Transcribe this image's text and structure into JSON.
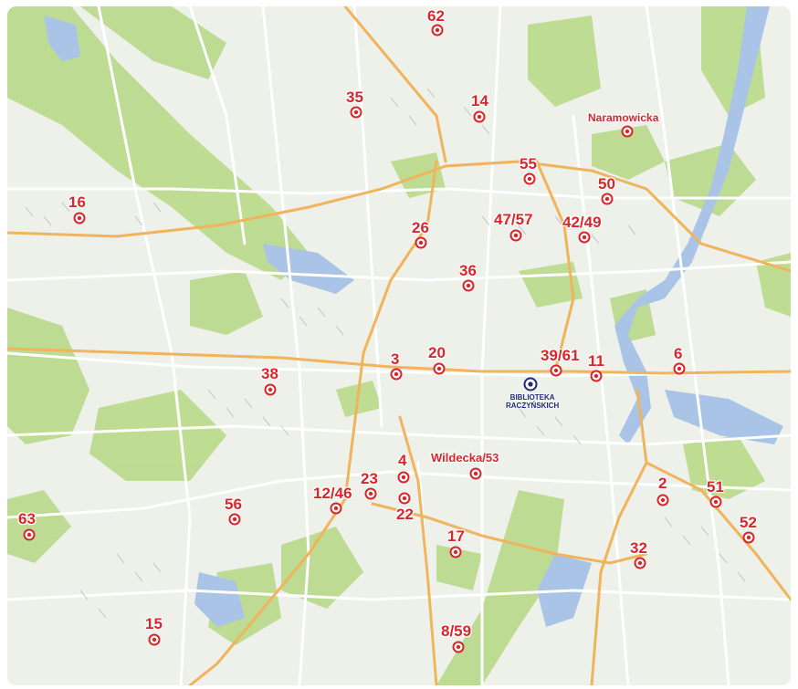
{
  "map": {
    "colors": {
      "background": "#eef0ea",
      "park": "#b9d98a",
      "water": "#a9c4e6",
      "main_road": "#f0b45c",
      "street": "#ffffff",
      "marker": "#d8262b",
      "library_marker": "#1c2a7a"
    },
    "library": {
      "label_line1": "BIBLIOTEKA",
      "label_line2": "RACZYŃSKICH",
      "icon": "library-marker-icon"
    },
    "markers": [
      {
        "id": "62",
        "label": "62"
      },
      {
        "id": "35",
        "label": "35"
      },
      {
        "id": "14",
        "label": "14"
      },
      {
        "id": "naramowicka",
        "label": "Naramowicka"
      },
      {
        "id": "55",
        "label": "55"
      },
      {
        "id": "50",
        "label": "50"
      },
      {
        "id": "16",
        "label": "16"
      },
      {
        "id": "26",
        "label": "26"
      },
      {
        "id": "47-57",
        "label": "47/57"
      },
      {
        "id": "42-49",
        "label": "42/49"
      },
      {
        "id": "36",
        "label": "36"
      },
      {
        "id": "3",
        "label": "3"
      },
      {
        "id": "20",
        "label": "20"
      },
      {
        "id": "39-61",
        "label": "39/61"
      },
      {
        "id": "11",
        "label": "11"
      },
      {
        "id": "6",
        "label": "6"
      },
      {
        "id": "38",
        "label": "38"
      },
      {
        "id": "4",
        "label": "4"
      },
      {
        "id": "wildecka-53",
        "label": "Wildecka/53"
      },
      {
        "id": "23",
        "label": "23"
      },
      {
        "id": "12-46",
        "label": "12/46"
      },
      {
        "id": "22",
        "label": "22"
      },
      {
        "id": "2",
        "label": "2"
      },
      {
        "id": "51",
        "label": "51"
      },
      {
        "id": "56",
        "label": "56"
      },
      {
        "id": "63",
        "label": "63"
      },
      {
        "id": "52",
        "label": "52"
      },
      {
        "id": "17",
        "label": "17"
      },
      {
        "id": "32",
        "label": "32"
      },
      {
        "id": "15",
        "label": "15"
      },
      {
        "id": "8-59",
        "label": "8/59"
      }
    ]
  }
}
